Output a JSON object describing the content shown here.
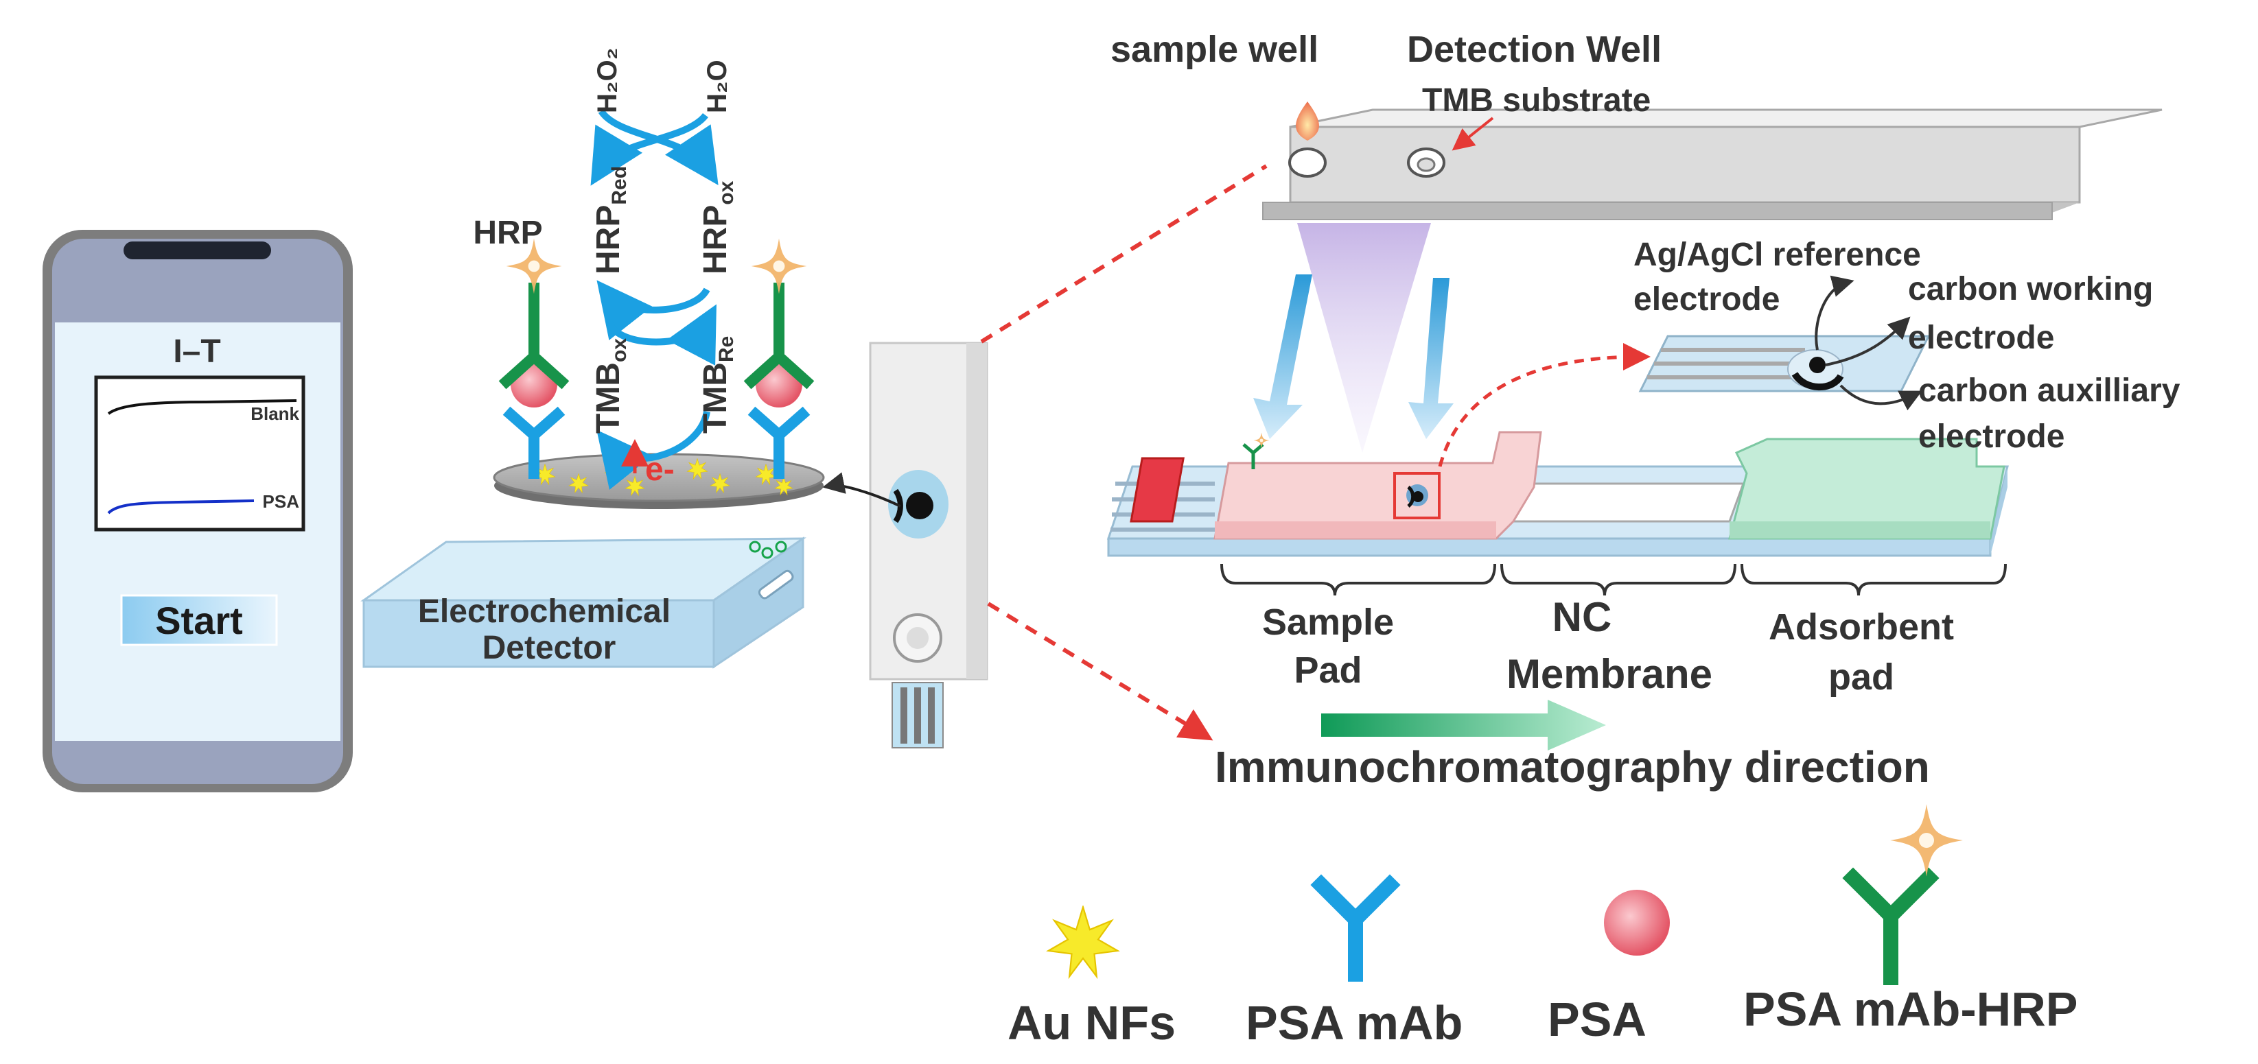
{
  "phone": {
    "chart_title": "I–T",
    "series_blank": "Blank",
    "series_psa": "PSA",
    "start_label": "Start"
  },
  "detector": {
    "line1": "Electrochemical",
    "line2": "Detector"
  },
  "cycle": {
    "h2o2": "H₂O₂",
    "h2o": "H₂O",
    "hrp_red": "HRP",
    "hrp_red_sub": "Red",
    "hrp_ox": "HRP",
    "hrp_ox_sub": "ox",
    "tmb_ox": "TMB",
    "tmb_ox_sub": "ox",
    "tmb_re": "TMB",
    "tmb_re_sub": "Re",
    "electron": "e-",
    "hrp_label": "HRP"
  },
  "strip_top": {
    "sample_well": "sample well",
    "detection_well": "Detection Well",
    "tmb_substrate": "TMB substrate"
  },
  "electrode": {
    "ref_line1": "Ag/AgCl reference",
    "ref_line2": "electrode",
    "work_line1": "carbon working",
    "work_line2": "electrode",
    "aux_line1": "carbon auxilliary",
    "aux_line2": "electrode"
  },
  "pads": {
    "sample_line1": "Sample",
    "sample_line2": "Pad",
    "nc_line1": "NC",
    "nc_line2": "Membrane",
    "adsorbent_line1": "Adsorbent",
    "adsorbent_line2": "pad"
  },
  "direction": "Immunochromatography direction",
  "legend": {
    "au_nfs": "Au NFs",
    "psa_mab": "PSA mAb",
    "psa": "PSA",
    "psa_mab_hrp": "PSA mAb-HRP"
  },
  "colors": {
    "antibody_blue": "#1ba0e2",
    "antibody_green": "#17934a",
    "psa_pink": "#ee6f7a",
    "hrp_gold": "#f2b56b",
    "au_yellow": "#f7ea2a",
    "dashed_red": "#e53935"
  }
}
